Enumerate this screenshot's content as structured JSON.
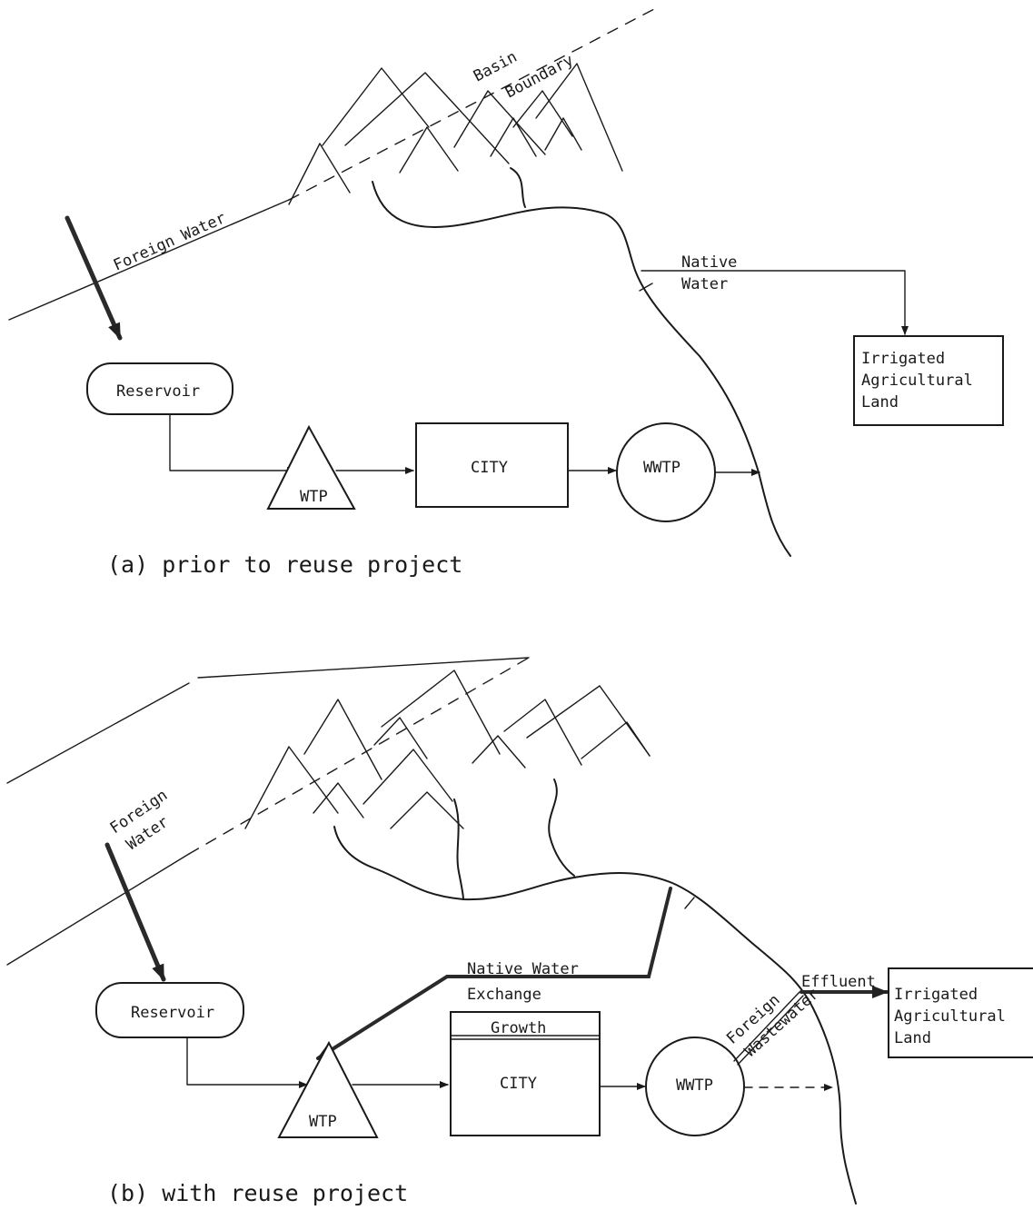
{
  "panel_a": {
    "caption": "(a) prior to reuse project",
    "basin_label_1": "Basin",
    "basin_label_2": "Boundary",
    "foreign_water": "Foreign Water",
    "native_water_1": "Native",
    "native_water_2": "Water",
    "reservoir": "Reservoir",
    "wtp": "WTP",
    "city": "CITY",
    "wwtp": "WWTP",
    "farm_1": "Irrigated",
    "farm_2": "Agricultural",
    "farm_3": "Land"
  },
  "panel_b": {
    "caption": "(b) with reuse project",
    "foreign_water_1": "Foreign",
    "foreign_water_2": "Water",
    "reservoir": "Reservoir",
    "native_exchange_1": "Native Water",
    "native_exchange_2": "Exchange",
    "growth": "Growth",
    "city": "CITY",
    "wtp": "WTP",
    "wwtp": "WWTP",
    "foreign_ww_1": "Foreign",
    "foreign_ww_2": "Wastewater",
    "effluent": "Effluent",
    "farm_1": "Irrigated",
    "farm_2": "Agricultural",
    "farm_3": "Land"
  }
}
